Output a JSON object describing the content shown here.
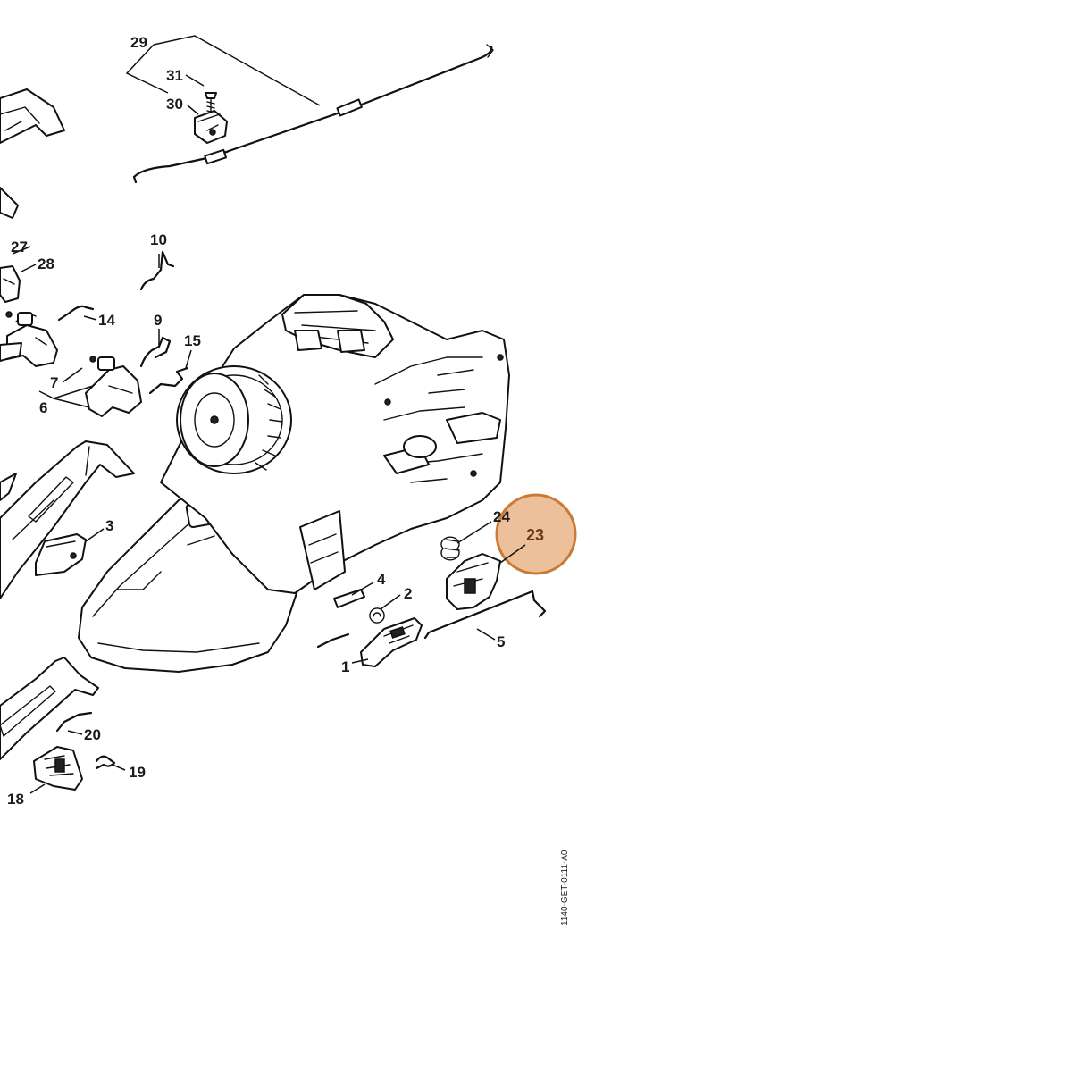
{
  "callouts": {
    "c29": "29",
    "c31": "31",
    "c30": "30",
    "c10": "10",
    "c27": "27",
    "c28": "28",
    "c14": "14",
    "c9": "9",
    "c15": "15",
    "c7": "7",
    "c6": "6",
    "c3": "3",
    "c4": "4",
    "c2": "2",
    "c1": "1",
    "c5": "5",
    "c24": "24",
    "c23": "23",
    "c20": "20",
    "c19": "19",
    "c18": "18"
  },
  "document_code": "1140-GET-0111-A0",
  "highlight": {
    "part_number": "23",
    "fill": "#e8b58a",
    "stroke": "#c97b36"
  }
}
